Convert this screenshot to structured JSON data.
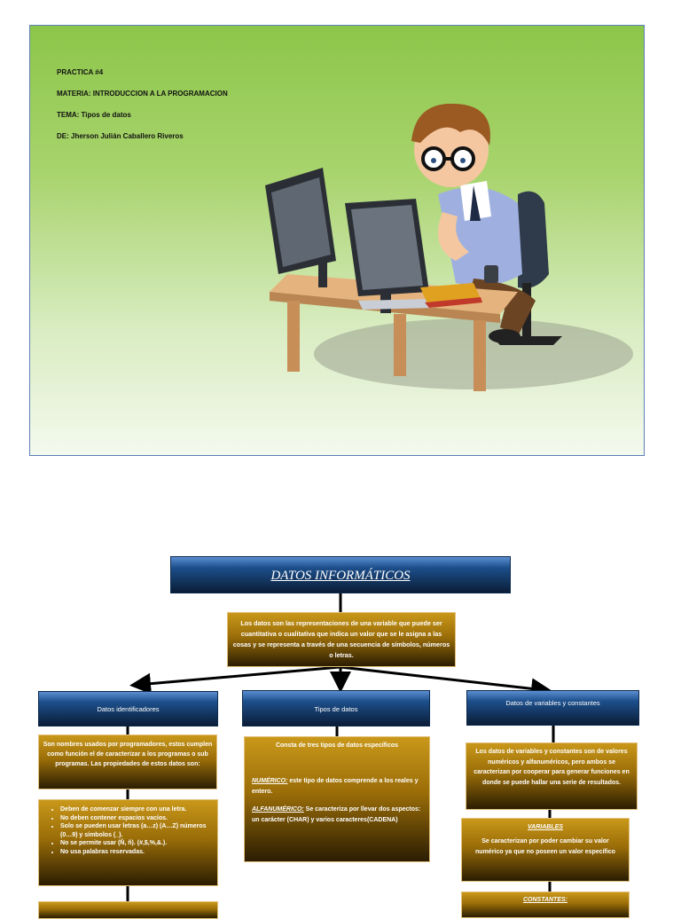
{
  "cover": {
    "practica": "PRACTICA #4",
    "materia": "MATERIA: INTRODUCCION A LA PROGRAMACION",
    "tema": "TEMA: Tipos de datos",
    "de": "DE: Jherson Julián Caballero Riveros"
  },
  "map": {
    "title": "DATOS INFORMÁTICOS",
    "definition": "Los datos son las representaciones de una variable que puede ser cuantitativa o cualitativa que indica un valor que se le asigna a las cosas y se representa a través de una secuencia de símbolos, números o letras.",
    "branches": {
      "identificadores": {
        "heading": "Datos identificadores",
        "description": "Son nombres usados por programadores, estos cumplen como función el de caracterizar a los programas o sub programas. Las propiedades de estos datos son:",
        "properties": [
          "Deben de comenzar siempre con una letra.",
          "No deben contener espacios vacíos.",
          "Solo se pueden usar letras (a…z) (A…Z) números (0…9) y símbolos (_).",
          "No se permite usar (Ñ, ñ). (#,$,%,&.).",
          "No usa palabras reservadas."
        ]
      },
      "tipos": {
        "heading": "Tipos de datos",
        "intro": "Consta de tres tipos de datos específicos",
        "numerico_label": "NUMÉRICO:",
        "numerico_text": " este tipo de datos comprende a los reales y entero.",
        "alfanumerico_label": "ALFANUMÉRICO:",
        "alfanumerico_text": " Se caracteriza por llevar dos aspectos: un carácter (CHAR) y varios caracteres(CADENA)"
      },
      "variables_constantes": {
        "heading": "Datos de variables y constantes",
        "description": "Los datos de variables y constantes son de valores numéricos y alfanuméricos, pero ambos se caracterizan por cooperar para generar funciones en donde se puede hallar una serie de resultados.",
        "variables_label": "VARIABLES",
        "variables_text": "Se caracterizan por poder cambiar su valor numérico ya que no poseen un valor específico",
        "constantes_label": "CONSTANTES:"
      }
    }
  },
  "colors": {
    "box_blue": "#1d4f8c",
    "box_gold": "#9a6d08",
    "cover_green": "#8cc64a"
  }
}
